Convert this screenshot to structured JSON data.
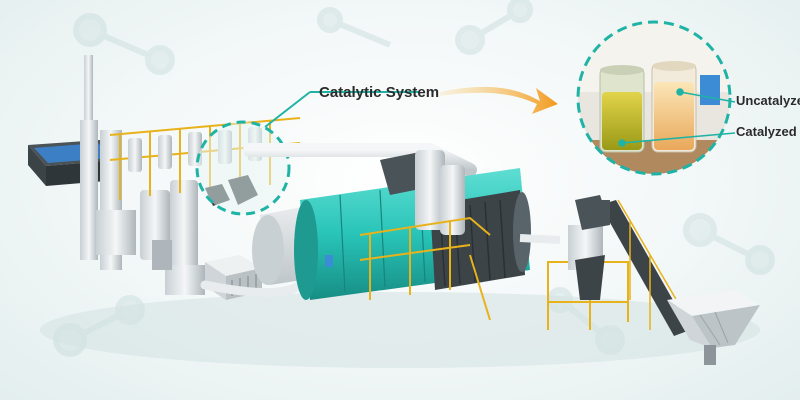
{
  "labels": {
    "catalytic_system": "Catalytic System",
    "uncatalyzed": "Uncatalyze",
    "catalyzed": "Catalyzed"
  },
  "colors": {
    "accent_teal": "#1fb3a6",
    "arrow_orange": "#f2a12a",
    "reactor_teal": "#29c4b8",
    "frame_yellow": "#e8b21b",
    "steel_gray": "#d9dde0",
    "dark_gray": "#3d4448"
  },
  "icons": {
    "arrow": "curved-arrow-icon"
  }
}
